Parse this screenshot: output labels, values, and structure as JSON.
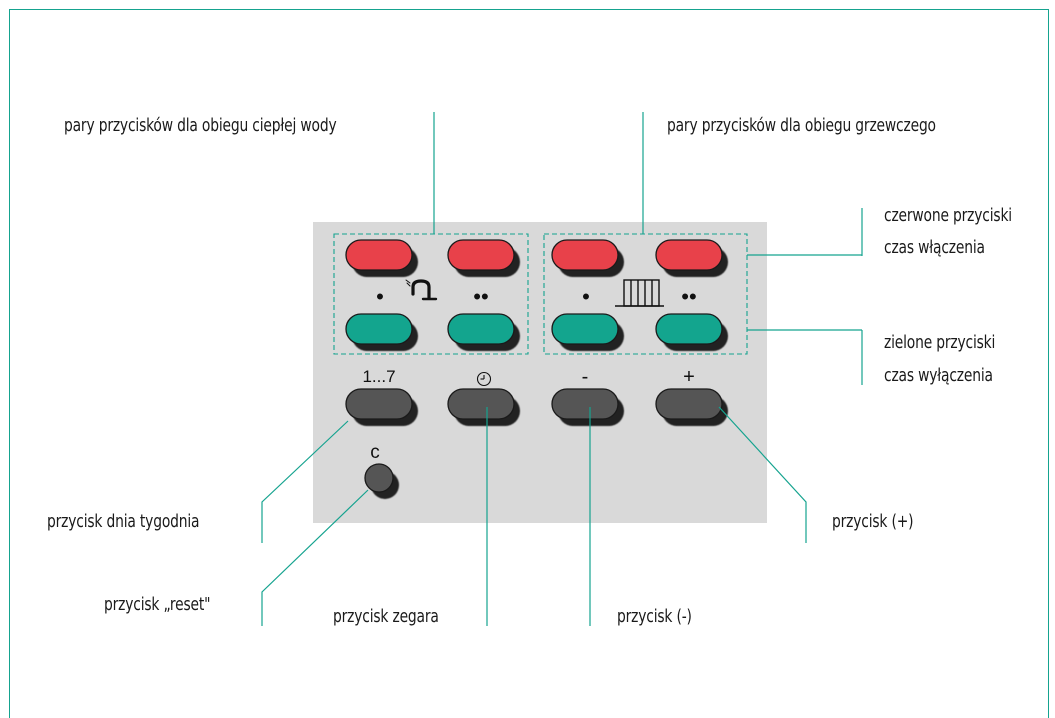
{
  "labels": {
    "hot_water_pairs": "pary przycisków dla obiegu ciepłej wody",
    "heating_pairs": "pary przycisków dla obiegu grzewczego",
    "red_buttons_line1": "czerwone przyciski",
    "red_buttons_line2": "czas włączenia",
    "green_buttons_line1": "zielone przyciski",
    "green_buttons_line2": "czas wyłączenia",
    "weekday_button": "przycisk dnia tygodnia",
    "reset_button": "przycisk „reset\"",
    "clock_button": "przycisk zegara",
    "minus_button": "przycisk (-)",
    "plus_button": "przycisk (+)"
  },
  "buttons": {
    "weekday_key": "1...7",
    "minus_key": "-",
    "plus_key": "+",
    "reset_key": "c",
    "single_dot": "•",
    "double_dot": "••"
  },
  "icons": {
    "hot_water": "tap-icon",
    "heating": "radiator-icon",
    "clock": "clock-icon"
  },
  "colors": {
    "frame_teal": "#15a38f",
    "panel_gray": "#d9d9d9",
    "red_button": "#e8414a",
    "green_button": "#13a58e",
    "dark_button": "#555555"
  }
}
